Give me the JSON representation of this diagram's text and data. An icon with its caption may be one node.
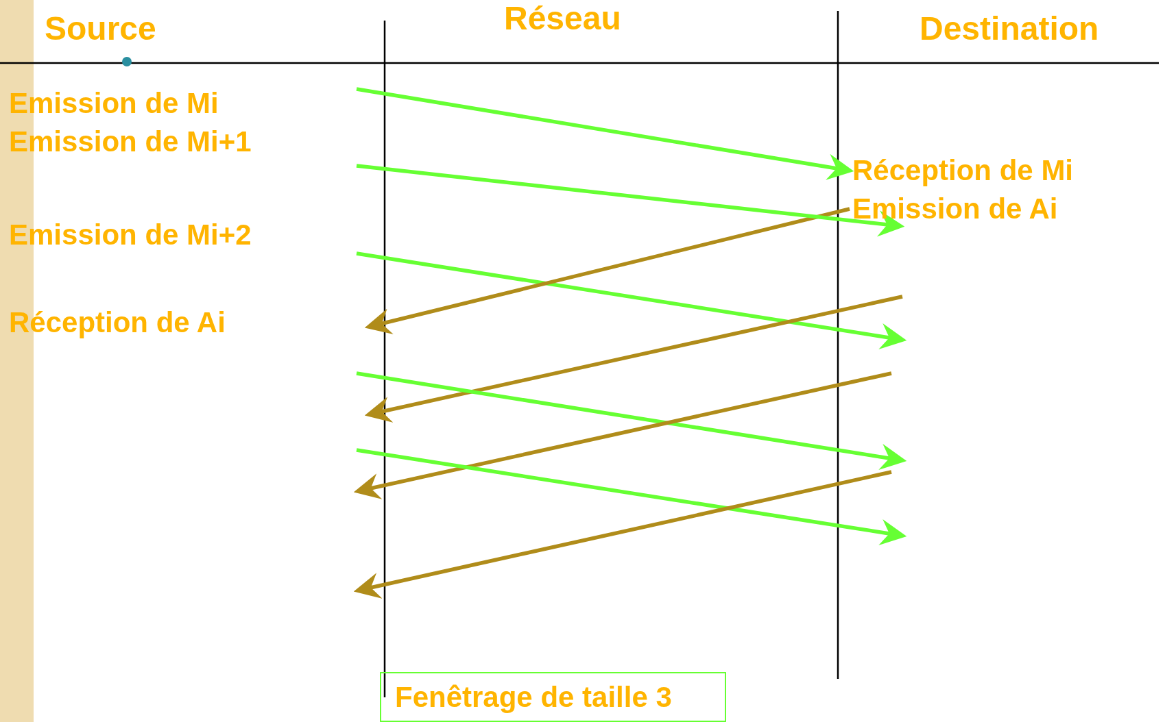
{
  "diagram": {
    "nodes": [
      {
        "text": [
          "Emission de Mi"
        ]
      },
      {
        "text": [
          "Emission de Mi+1"
        ]
      },
      {
        "text": [
          "Emission de Mi+2"
        ]
      },
      {
        "text": [
          "Réception de Ai"
        ]
      },
      {
        "text": [
          "Réception de Mi"
        ]
      },
      {
        "text": [
          "Emission de Ai"
        ]
      },
      {
        "text": [
          "Fenêtrage de taille 3"
        ]
      }
    ],
    "edges": [
      {
        "from": null,
        "to": 4,
        "arrow": "to"
      },
      {
        "from": 5,
        "to": null,
        "arrow": "to",
        "color": "#b08c1a"
      },
      {
        "from": null,
        "to": 5,
        "arrow": "to"
      }
    ],
    "labels": [
      "Source",
      "Réseau",
      "Destination"
    ]
  }
}
